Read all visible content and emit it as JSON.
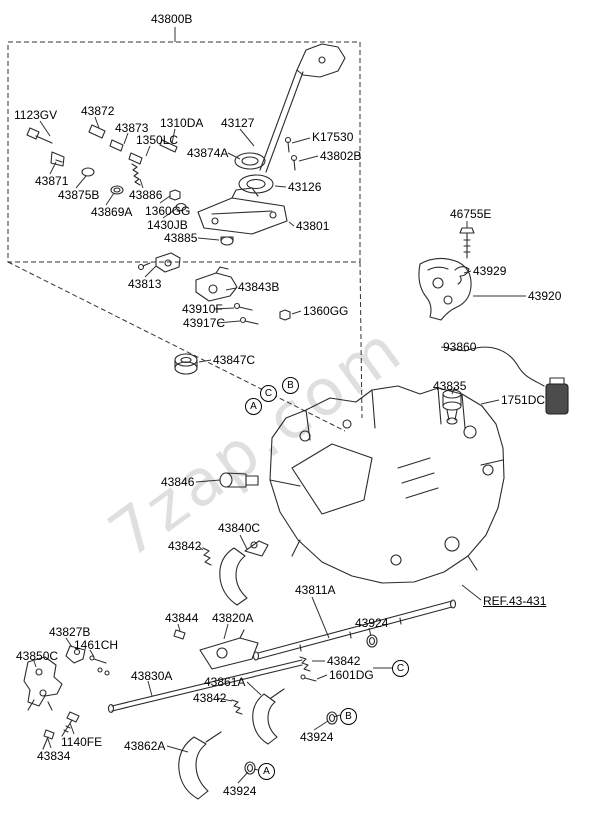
{
  "watermark": "7zap.com",
  "ref": {
    "label": "REF.43-431"
  },
  "callouts": {
    "a": "A",
    "b": "B",
    "c": "C"
  },
  "labels": [
    "43800B",
    "1123GV",
    "43872",
    "43873",
    "1310DA",
    "43127",
    "1350LC",
    "K17530",
    "43874A",
    "43802B",
    "43871",
    "43126",
    "43875B",
    "43886",
    "43869A",
    "1360GG",
    "1430JB",
    "43801",
    "43885",
    "43813",
    "43843B",
    "43910F",
    "1360GG",
    "43917C",
    "43847C",
    "46755E",
    "43929",
    "43920",
    "93860",
    "43835",
    "1751DC",
    "43846",
    "43840C",
    "43842",
    "43811A",
    "43844",
    "43820A",
    "43924",
    "43827B",
    "1461CH",
    "43850C",
    "43842",
    "1601DG",
    "43830A",
    "43861A",
    "43842",
    "1140FE",
    "43862A",
    "43834",
    "43924",
    "43924"
  ]
}
